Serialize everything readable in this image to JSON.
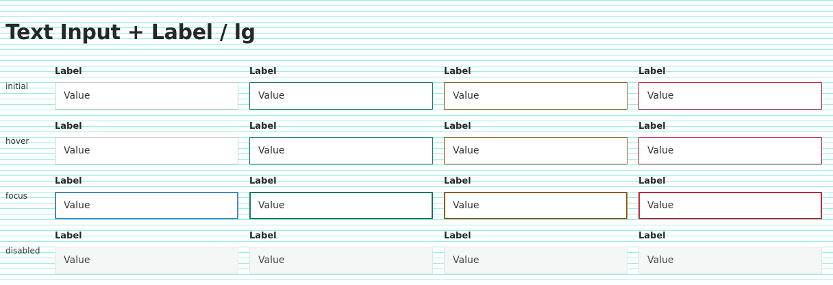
{
  "page": {
    "title": "Text Input + Label / lg"
  },
  "variant_colors": [
    "#c9cdd0",
    "#0f7b5c",
    "#8a6116",
    "#c0283a"
  ],
  "focus_colors": [
    "#4a86c8",
    "#0f7b5c",
    "#8a6116",
    "#c0283a"
  ],
  "disabled_style": {
    "background": "#f5f6f6",
    "border": "#e2e4e5"
  },
  "rows": [
    {
      "state": "initial",
      "fields": [
        {
          "label": "Label",
          "value": "Value"
        },
        {
          "label": "Label",
          "value": "Value"
        },
        {
          "label": "Label",
          "value": "Value"
        },
        {
          "label": "Label",
          "value": "Value"
        }
      ]
    },
    {
      "state": "hover",
      "fields": [
        {
          "label": "Label",
          "value": "Value"
        },
        {
          "label": "Label",
          "value": "Value"
        },
        {
          "label": "Label",
          "value": "Value"
        },
        {
          "label": "Label",
          "value": "Value"
        }
      ]
    },
    {
      "state": "focus",
      "fields": [
        {
          "label": "Label",
          "value": "Value"
        },
        {
          "label": "Label",
          "value": "Value"
        },
        {
          "label": "Label",
          "value": "Value"
        },
        {
          "label": "Label",
          "value": "Value"
        }
      ]
    },
    {
      "state": "disabled",
      "fields": [
        {
          "label": "Label",
          "value": "Value"
        },
        {
          "label": "Label",
          "value": "Value"
        },
        {
          "label": "Label",
          "value": "Value"
        },
        {
          "label": "Label",
          "value": "Value"
        }
      ]
    }
  ]
}
